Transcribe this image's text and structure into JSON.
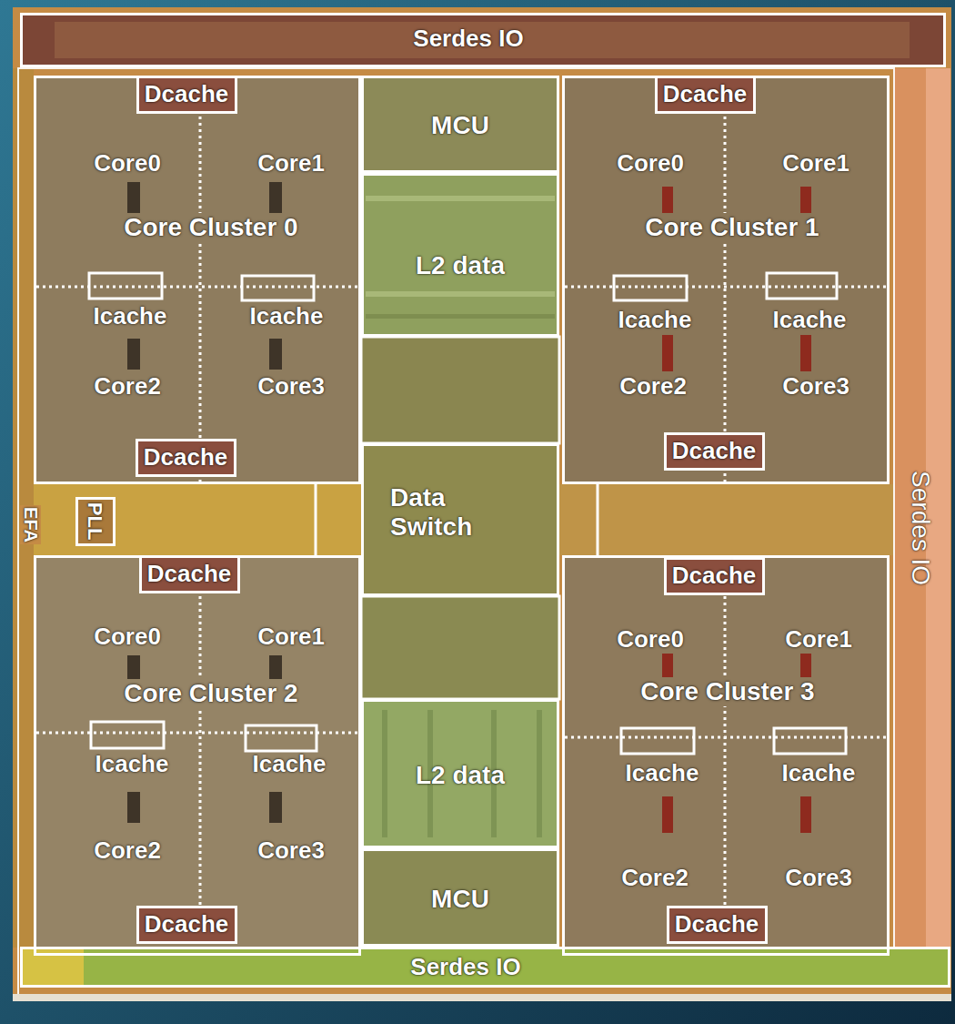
{
  "diagram": {
    "nodes": [
      {
        "text": [
          "Serdes IO"
        ]
      },
      {
        "text": [
          "Core Cluster 0"
        ]
      },
      {
        "text": [
          "Dcache"
        ],
        "in": 1
      },
      {
        "text": [
          "Dcache"
        ],
        "in": 1
      },
      {
        "text": [
          "MCU"
        ]
      },
      {
        "text": [
          "L2 data"
        ]
      },
      {
        "text": [
          "Core Cluster 1"
        ]
      },
      {
        "text": [
          "Dcache"
        ],
        "in": 6
      },
      {
        "text": [
          "Dcache"
        ],
        "in": 6
      },
      {
        "text": [
          "Data Switch"
        ]
      },
      {
        "text": [
          "PLL"
        ]
      },
      {
        "text": [
          "Core Cluster 2"
        ]
      },
      {
        "text": [
          "Dcache"
        ],
        "in": 11
      },
      {
        "text": [
          "Dcache"
        ],
        "in": 11
      },
      {
        "text": [
          "L2 data"
        ]
      },
      {
        "text": [
          "Core Cluster 3"
        ]
      },
      {
        "text": [
          "Dcache"
        ],
        "in": 15
      },
      {
        "text": [
          "Dcache"
        ],
        "in": 15
      },
      {
        "text": [
          "MCU"
        ]
      },
      {
        "text": [
          "Serdes IO"
        ]
      }
    ],
    "edges": [
      {
        "from": 1,
        "to": 11,
        "arrow": "none"
      },
      {
        "from": 6,
        "to": 15,
        "arrow": "none"
      }
    ],
    "labels": [
      "Core0",
      "Core1",
      "Icache",
      "Icache",
      "Core2",
      "Core3",
      "Core0",
      "Core1",
      "Icache",
      "Icache",
      "Core2",
      "Core3",
      "Serdes IO",
      "EFA",
      "Core0",
      "Core1",
      "Icache",
      "Icache",
      "Core2",
      "Core3",
      "Core0",
      "Core1",
      "Icache",
      "Icache",
      "Core2",
      "Core3"
    ]
  }
}
